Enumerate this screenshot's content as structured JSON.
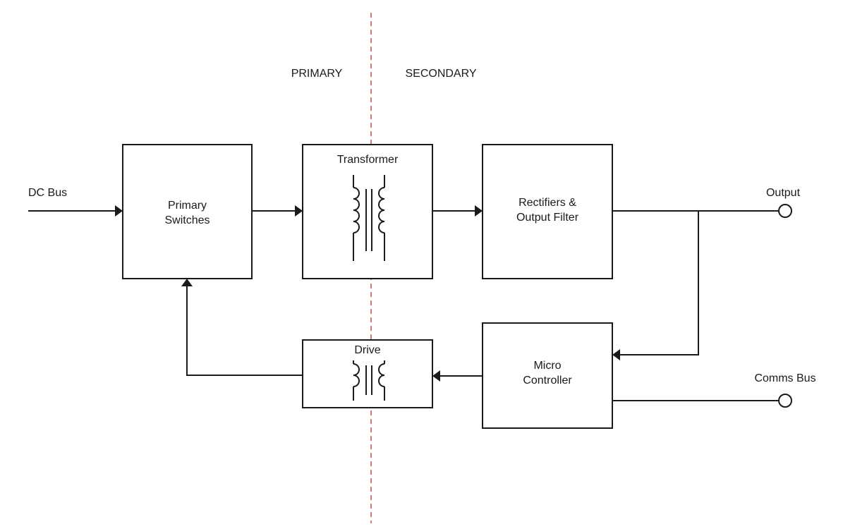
{
  "regions": {
    "primary": "PRIMARY",
    "secondary": "SECONDARY"
  },
  "blocks": {
    "primary_switches": [
      "Primary",
      "Switches"
    ],
    "transformer": "Transformer",
    "rectifiers": [
      "Rectifiers &",
      "Output Filter"
    ],
    "drive": "Drive",
    "micro_controller": [
      "Micro",
      "Controller"
    ]
  },
  "ports": {
    "input": "DC Bus",
    "output": "Output",
    "comms": "Comms Bus"
  },
  "colors": {
    "line": "#1a1a1a",
    "isolation_boundary": "#c0504d"
  }
}
